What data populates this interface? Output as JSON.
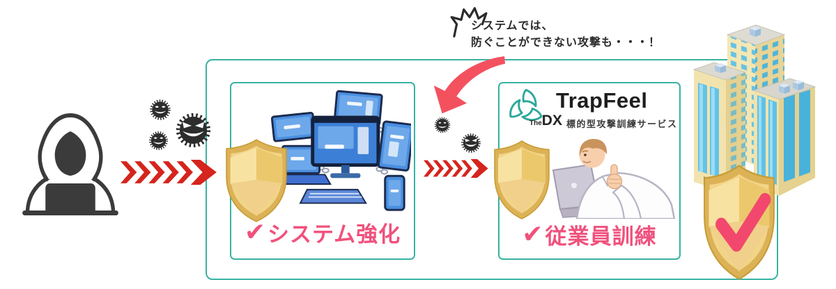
{
  "colors": {
    "teal_border": "#38b2a2",
    "pink_label": "#f0517c",
    "chevron_red": "#d5251d",
    "arrow_red": "#f4515f",
    "virus_black": "#2d2d2d",
    "shield_rim": "#dcb257",
    "shield_fill": "#f2d488",
    "check_pink": "#f2486d",
    "logo_teal": "#2ba899",
    "text_dark": "#2b2b2b"
  },
  "speech_bubble": {
    "line1": "システムでは、",
    "line2": "防ぐことができない攻撃も・・・！"
  },
  "trapfeel_logo": {
    "the": "The",
    "dx": "DX",
    "brand": "TrapFeel",
    "subtitle": "標的型攻撃訓練サービス"
  },
  "system_box": {
    "check": "✔",
    "label": "システム強化"
  },
  "training_box": {
    "check": "✔",
    "label": "従業員訓練"
  }
}
